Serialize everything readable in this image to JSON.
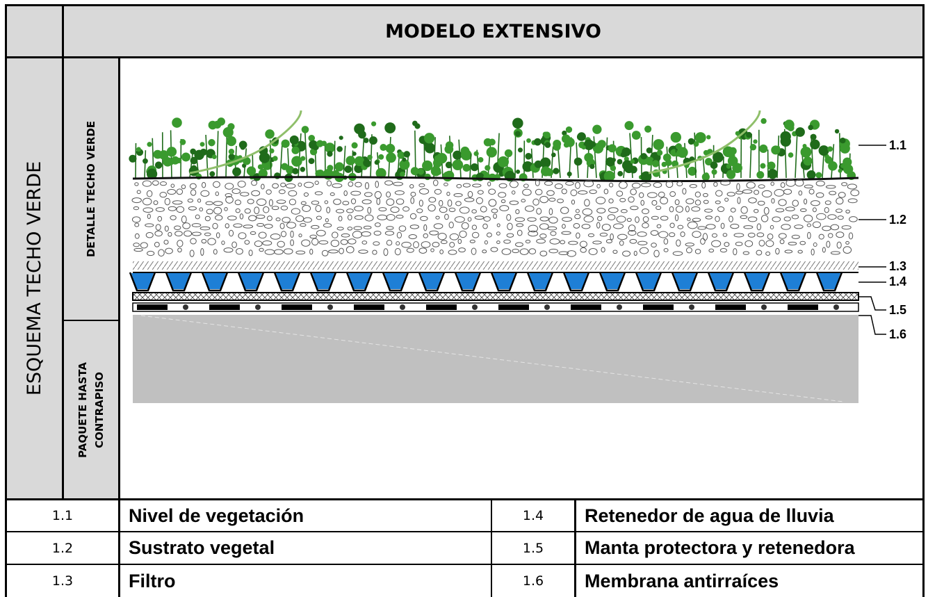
{
  "header": {
    "title": "MODELO EXTENSIVO"
  },
  "side": {
    "main_label": "ESQUEMA TECHO VERDE",
    "detail_label": "DETALLE TECHO VERDE",
    "package_label_line1": "PAQUETE HASTA",
    "package_label_line2": "CONTRAPISO"
  },
  "diagram": {
    "callouts": [
      "1.1",
      "1.2",
      "1.3",
      "1.4",
      "1.5",
      "1.6"
    ],
    "colors": {
      "vegetation": "#3a9a2e",
      "vegetation_dark": "#1f6b1a",
      "substrate_stones": "#555555",
      "water": "#1e7fd6",
      "slab": "#c0c0c0"
    }
  },
  "legend": {
    "rows": [
      {
        "left_num": "1.1",
        "left_label": "Nivel de vegetación",
        "right_num": "1.4",
        "right_label": "Retenedor de agua de lluvia"
      },
      {
        "left_num": "1.2",
        "left_label": "Sustrato vegetal",
        "right_num": "1.5",
        "right_label": "Manta protectora y retenedora"
      },
      {
        "left_num": "1.3",
        "left_label": "Filtro",
        "right_num": "1.6",
        "right_label": "Membrana antirraíces"
      }
    ]
  }
}
